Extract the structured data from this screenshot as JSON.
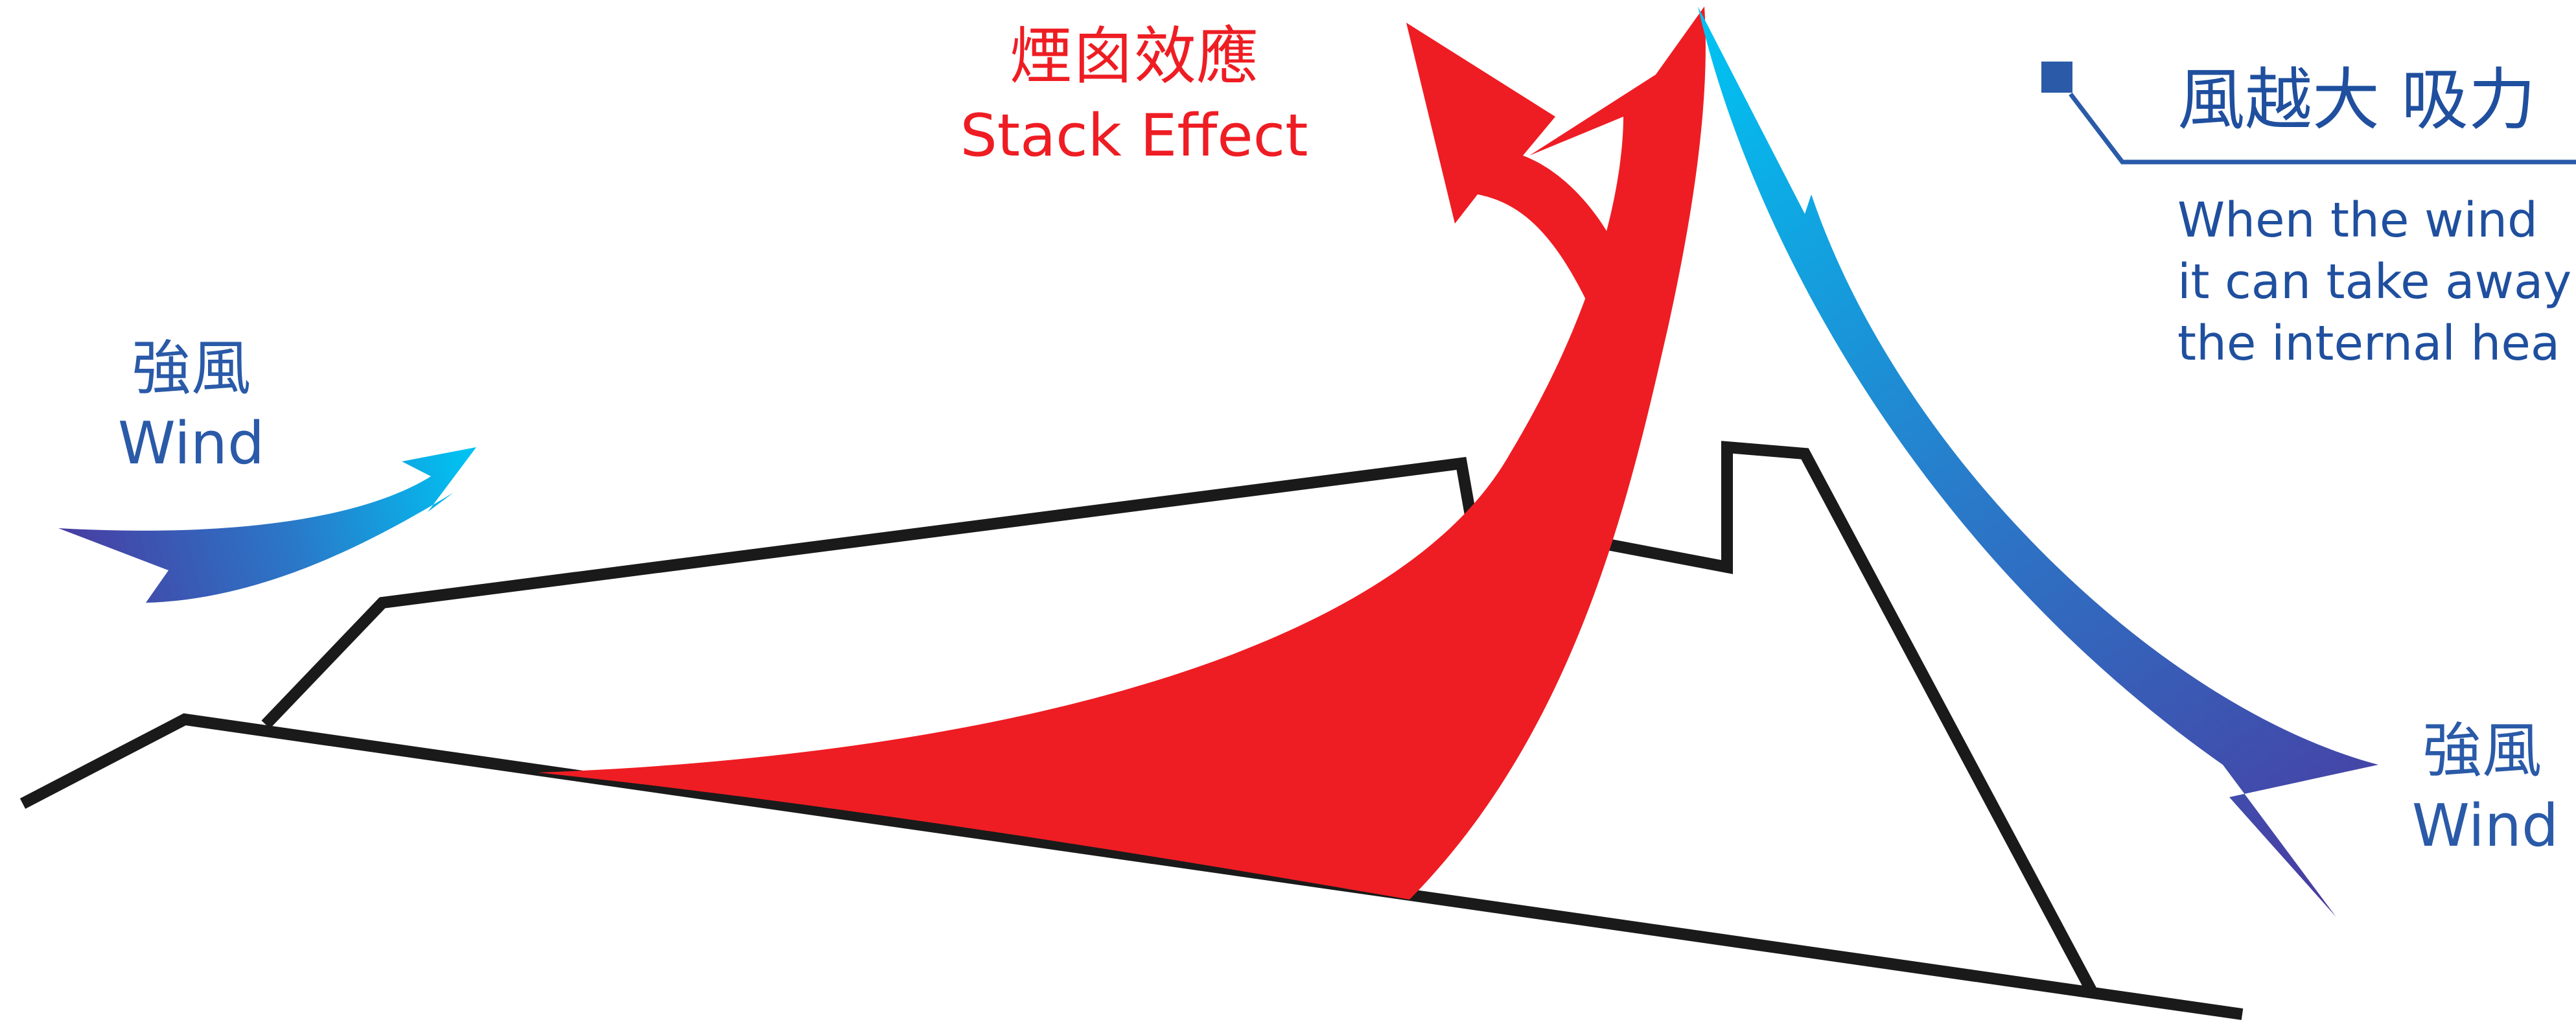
{
  "stack_effect": {
    "title_zh": "煙囪效應",
    "title_en": "Stack Effect",
    "color": "#ee1d23"
  },
  "wind_left": {
    "label_zh": "強風",
    "label_en": "Wind"
  },
  "wind_right": {
    "label_zh": "強風",
    "label_en": "Wind"
  },
  "callout": {
    "title": "風越大 吸力",
    "body_lines": [
      "When the wind",
      "it can take away",
      "the internal hea"
    ]
  },
  "colors": {
    "text_blue": "#2a5aa8",
    "callout_blue": "#1f4f9e",
    "wind_gradient_start": "#00b8f0",
    "wind_gradient_end": "#4a3aa0",
    "building_outline": "#1a1a1a"
  }
}
